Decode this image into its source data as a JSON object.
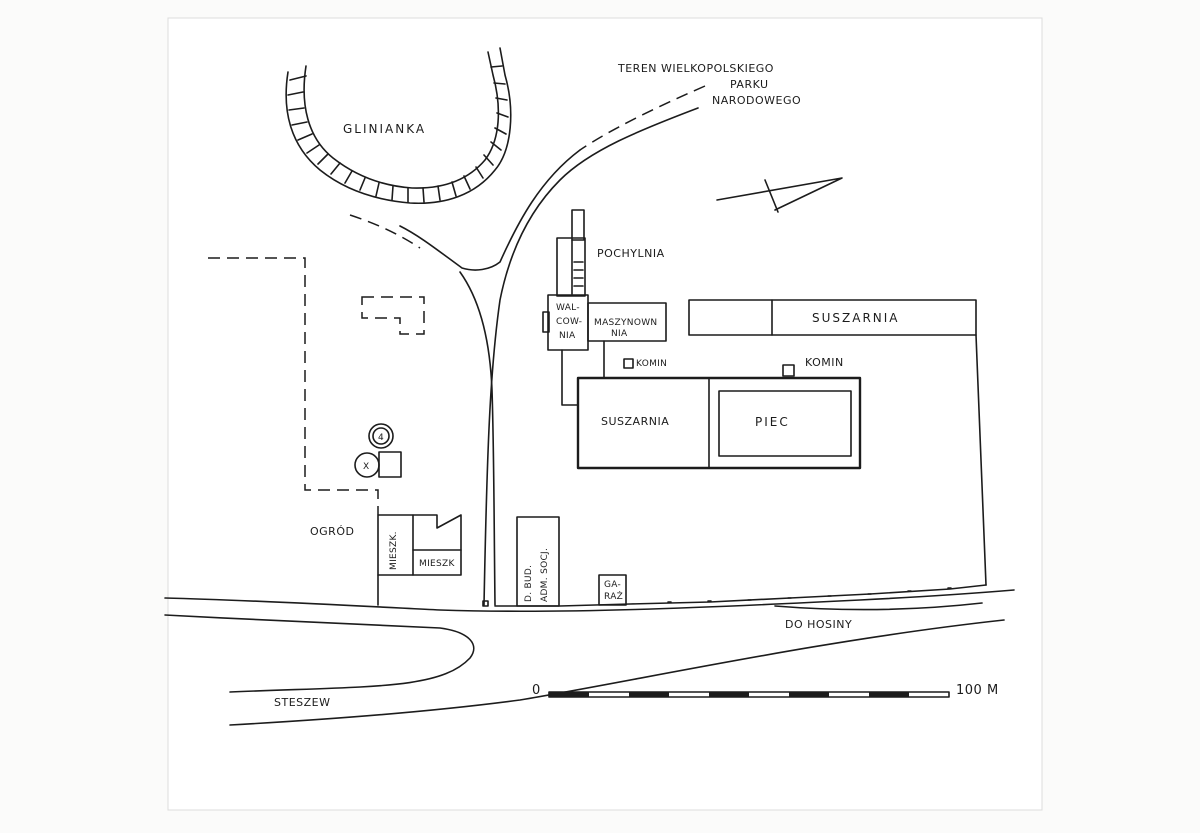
{
  "labels": {
    "glinianka": "GLINIANKA",
    "park_1": "TEREN WIELKOPOLSKIEGO",
    "park_2": "PARKU",
    "park_3": "NARODOWEGO",
    "pochylnia": "POCHYLNIA",
    "walcownia_1": "WAL-",
    "walcownia_2": "COW-",
    "walcownia_3": "NIA",
    "maszynownia_1": "MASZYNOWN",
    "maszynownia_2": "NIA",
    "suszarnia_top": "SUSZARNIA",
    "komin_1": "KOMIN",
    "komin_2": "KOMIN",
    "suszarnia_main": "SUSZARNIA",
    "piec": "PIEC",
    "ogrod": "OGRÓD",
    "mieszk_1": "MIESZK.",
    "mieszk_2": "MIESZK",
    "admin_1": "D. BUD.",
    "admin_2": "ADM. SOCJ.",
    "garaz_1": "GA-",
    "garaz_2": "RAŻ",
    "do_hosiny": "DO HOSINY",
    "steszew": "STESZEW",
    "scale_start": "0",
    "scale_end": "100 M",
    "marker_1": "4",
    "marker_2": "X"
  },
  "scale": {
    "length_m": 100,
    "segments": 10
  }
}
